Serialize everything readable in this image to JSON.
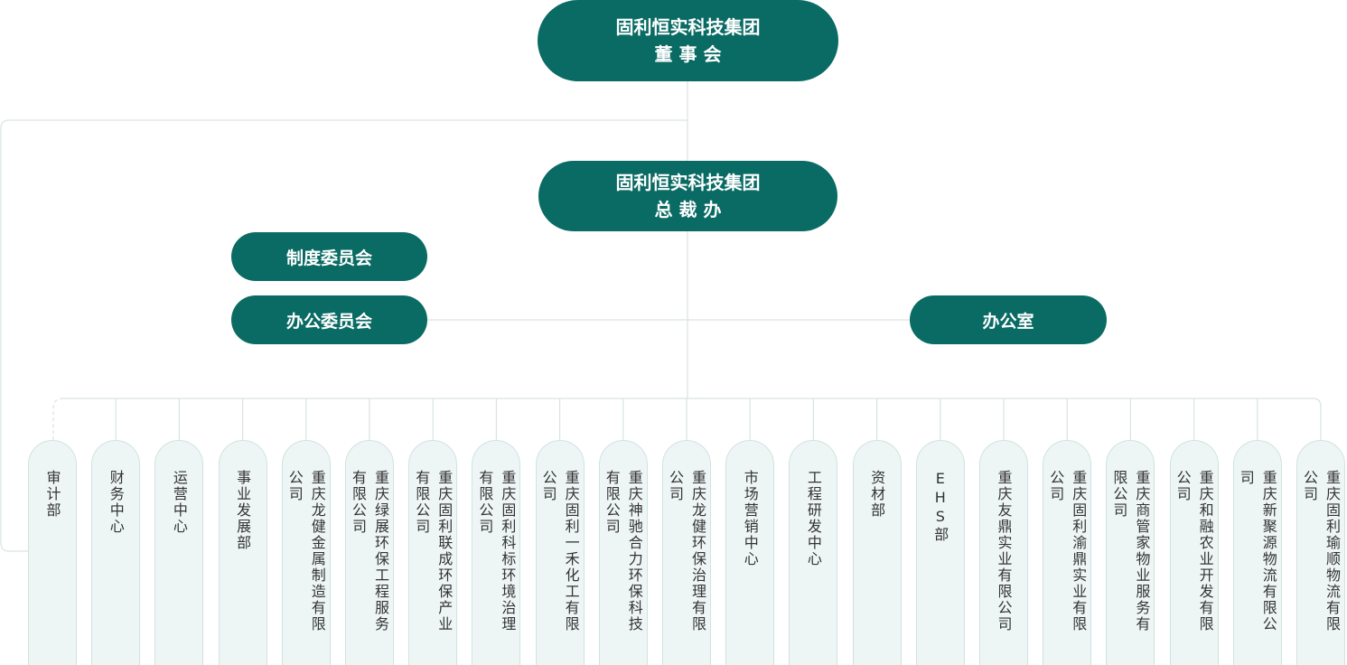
{
  "board": {
    "line1": "固利恒实科技集团",
    "line2": "董 事 会"
  },
  "president_office": {
    "line1": "固利恒实科技集团",
    "line2": "总 裁 办"
  },
  "committees": [
    "制度委员会",
    "办公委员会"
  ],
  "office": "办公室",
  "departments": [
    "审计部",
    "财务中心",
    "运营中心",
    "事业发展部",
    "重庆龙健金属制造有限公司",
    "重庆绿展环保工程服务有限公司",
    "重庆固利联成环保产业有限公司",
    "重庆固利科标环境治理有限公司",
    "重庆固利一禾化工有限公司",
    "重庆神驰合力环保科技有限公司",
    "重庆龙健环保治理有限公司",
    "市场营销中心",
    "工程研发中心",
    "资材部",
    "EHS部",
    "重庆友鼎实业有限公司",
    "重庆固利渝鼎实业有限公司",
    "重庆商管家物业服务有限公司",
    "重庆和融农业开发有限公司",
    "重庆新聚源物流有限公司",
    "重庆固利瑜顺物流有限公司"
  ],
  "colors": {
    "node": "#0a6b64",
    "leaf_bg": "#eef6f5",
    "leaf_border": "#cfe3e0",
    "line": "#d9e6e4"
  }
}
